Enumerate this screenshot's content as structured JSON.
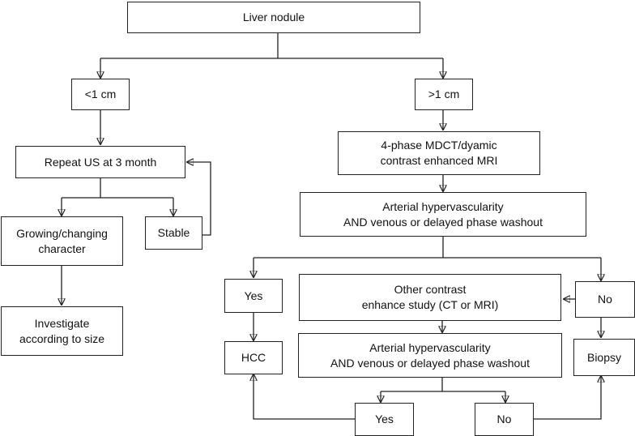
{
  "nodes": {
    "liver_nodule": "Liver nodule",
    "lt1cm": "<1 cm",
    "gt1cm": ">1 cm",
    "repeat_us": "Repeat US at 3 month",
    "growing": "Growing/changing\ncharacter",
    "stable": "Stable",
    "investigate": "Investigate\naccording to size",
    "mdct": "4-phase MDCT/dyamic\ncontrast enhanced MRI",
    "arterial1": "Arterial hypervascularity\nAND venous or delayed phase washout",
    "yes1": "Yes",
    "no1": "No",
    "other_contrast": "Other contrast\nenhance study (CT or MRI)",
    "hcc": "HCC",
    "arterial2": "Arterial hypervascularity\nAND venous or delayed phase washout",
    "biopsy": "Biopsy",
    "yes2": "Yes",
    "no2": "No"
  }
}
